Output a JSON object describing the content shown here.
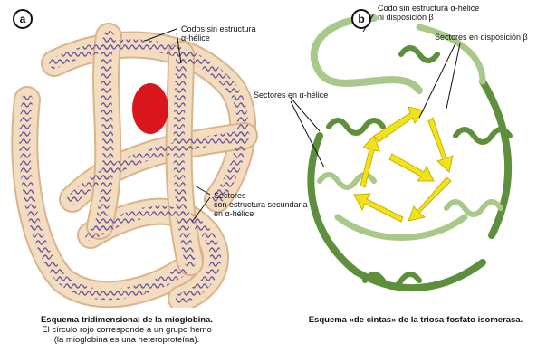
{
  "panel_a": {
    "letter": "a",
    "label_codos": "Codos sin estructura",
    "label_codos_2": "α-hélice",
    "label_sectores": "Sectores",
    "label_sectores_2": "con estructura secundaria",
    "label_sectores_3": "en α-hélice",
    "caption_title": "Esquema tridimensional de la mioglobina.",
    "caption_line2": "El círculo rojo corresponde a un grupo hemo",
    "caption_line3": "(la mioglobina es una heteroproteína)."
  },
  "panel_b": {
    "letter": "b",
    "label_codo": "Codo sin estructura α-hélice",
    "label_codo_2": "ni disposición β",
    "label_sectores_beta": "Sectores en disposición β",
    "label_sectores_alfa": "Sectores en α-hélice",
    "caption_title": "Esquema «de cintas» de la triosa-fosfato isomerasa."
  },
  "colors": {
    "tube": "#f3dcc0",
    "tube_edge": "#d9b48c",
    "helix": "#6f5a9a",
    "heme": "#d8161c",
    "ribbon_light": "#a9c98a",
    "ribbon_dark": "#5e8f3c",
    "beta": "#f1e21a",
    "beta_edge": "#c9b400"
  }
}
